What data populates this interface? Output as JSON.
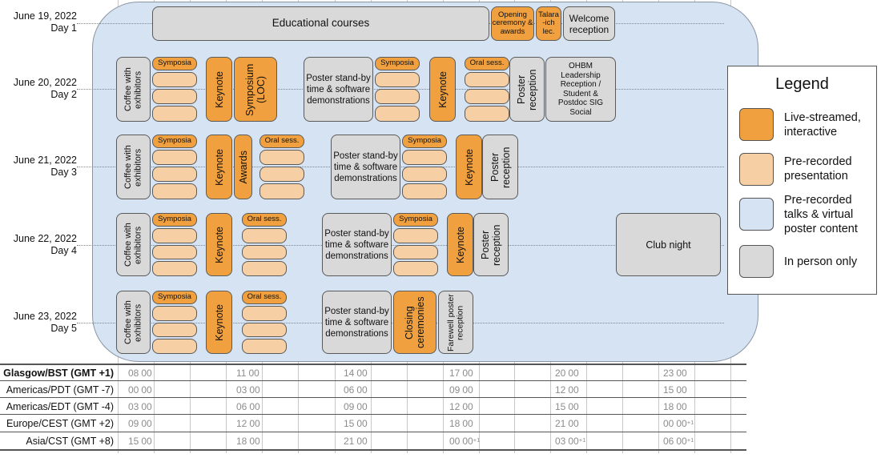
{
  "days": [
    {
      "date": "June 19, 2022",
      "day": "Day 1"
    },
    {
      "date": "June 20, 2022",
      "day": "Day 2"
    },
    {
      "date": "June 21, 2022",
      "day": "Day 3"
    },
    {
      "date": "June 22, 2022",
      "day": "Day 4"
    },
    {
      "date": "June 23, 2022",
      "day": "Day 5"
    }
  ],
  "events": {
    "d1": {
      "educational": "Educational courses",
      "opening": "Opening ceremony & awards",
      "talairach": "Talara -ich lec.",
      "welcome": "Welcome reception"
    },
    "d2": {
      "coffee": "Coffee with exhibitors",
      "symposia1": "Symposia",
      "keynote1": "Keynote",
      "symposium_loc": "Symposium (LOC)",
      "poster": "Poster stand-by time & software demonstrations",
      "symposia2": "Symposia",
      "keynote2": "Keynote",
      "oral": "Oral sess.",
      "poster_reception": "Poster reception",
      "ohbm_social": "OHBM Leadership Reception / Student & Postdoc SIG Social"
    },
    "d3": {
      "coffee": "Coffee with exhibitors",
      "symposia1": "Symposia",
      "keynote1": "Keynote",
      "awards": "Awards",
      "oral": "Oral sess.",
      "poster": "Poster stand-by time & software demonstrations",
      "symposia2": "Symposia",
      "keynote2": "Keynote",
      "poster_reception": "Poster reception"
    },
    "d4": {
      "coffee": "Coffee with exhibitors",
      "symposia1": "Symposia",
      "keynote1": "Keynote",
      "oral": "Oral sess.",
      "poster": "Poster stand-by time & software demonstrations",
      "symposia2": "Symposia",
      "keynote2": "Keynote",
      "poster_reception": "Poster reception",
      "club_night": "Club night"
    },
    "d5": {
      "coffee": "Coffee with exhibitors",
      "symposia1": "Symposia",
      "keynote1": "Keynote",
      "oral": "Oral sess.",
      "poster": "Poster stand-by time & software demonstrations",
      "closing": "Closing ceremonies",
      "farewell": "Farewell poster reception"
    }
  },
  "timezones": [
    {
      "label": "Glasgow/BST (GMT +1)",
      "bold": true,
      "hours": [
        "08",
        "11",
        "14",
        "17",
        "20",
        "23"
      ],
      "next_day": [
        false,
        false,
        false,
        false,
        false,
        false
      ]
    },
    {
      "label": "Americas/PDT (GMT -7)",
      "bold": false,
      "hours": [
        "00",
        "03",
        "06",
        "09",
        "12",
        "15"
      ],
      "next_day": [
        false,
        false,
        false,
        false,
        false,
        false
      ]
    },
    {
      "label": "Americas/EDT (GMT -4)",
      "bold": false,
      "hours": [
        "03",
        "06",
        "09",
        "12",
        "15",
        "18"
      ],
      "next_day": [
        false,
        false,
        false,
        false,
        false,
        false
      ]
    },
    {
      "label": "Europe/CEST (GMT +2)",
      "bold": false,
      "hours": [
        "09",
        "12",
        "15",
        "18",
        "21",
        "00"
      ],
      "next_day": [
        false,
        false,
        false,
        false,
        false,
        true
      ]
    },
    {
      "label": "Asia/CST (GMT +8)",
      "bold": false,
      "hours": [
        "15",
        "18",
        "21",
        "00",
        "03",
        "06"
      ],
      "next_day": [
        false,
        false,
        false,
        true,
        true,
        true
      ]
    }
  ],
  "minutes": "00",
  "next_day_mark": "+1",
  "legend": {
    "title": "Legend",
    "items": [
      {
        "label": "Live-streamed, interactive",
        "color": "#f0a03e"
      },
      {
        "label": "Pre-recorded presentation",
        "color": "#f7cfa4"
      },
      {
        "label": "Pre-recorded talks & virtual poster content",
        "color": "#d6e3f3"
      },
      {
        "label": "In person only",
        "color": "#d9d9d9"
      }
    ]
  }
}
